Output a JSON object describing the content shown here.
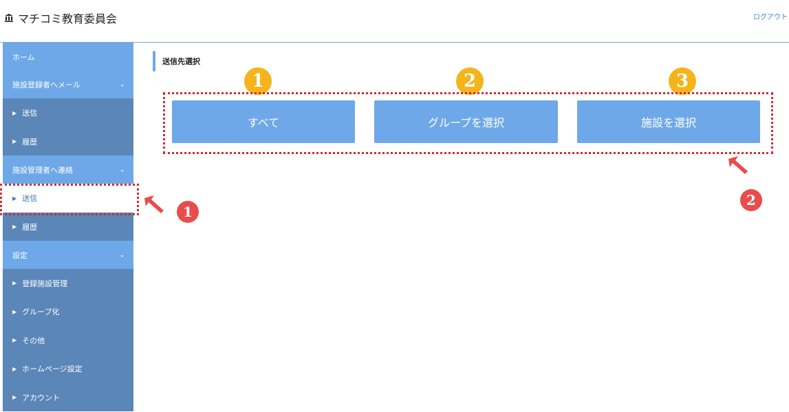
{
  "header": {
    "title": "マチコミ教育委員会",
    "logout": "ログアウト"
  },
  "sidebar": {
    "home": "ホーム",
    "group1": {
      "label": "施設登録者へメール",
      "items": [
        "送信",
        "履歴"
      ]
    },
    "group2": {
      "label": "施設管理者へ連絡",
      "items": [
        "送信",
        "履歴"
      ]
    },
    "group3": {
      "label": "設定",
      "items": [
        "登録施設管理",
        "グループ化",
        "その他",
        "ホームページ設定",
        "アカウント"
      ]
    }
  },
  "main": {
    "section_title": "送信先選択",
    "buttons": [
      "すべて",
      "グループを選択",
      "施設を選択"
    ]
  },
  "annotations": {
    "gold": [
      "1",
      "2",
      "3"
    ],
    "red": [
      "1",
      "2"
    ]
  },
  "colors": {
    "accent": "#6ea8e8",
    "sub_bg": "#5a86b8",
    "annotation_red": "#d62828",
    "annotation_gold": "#f4b41a"
  }
}
